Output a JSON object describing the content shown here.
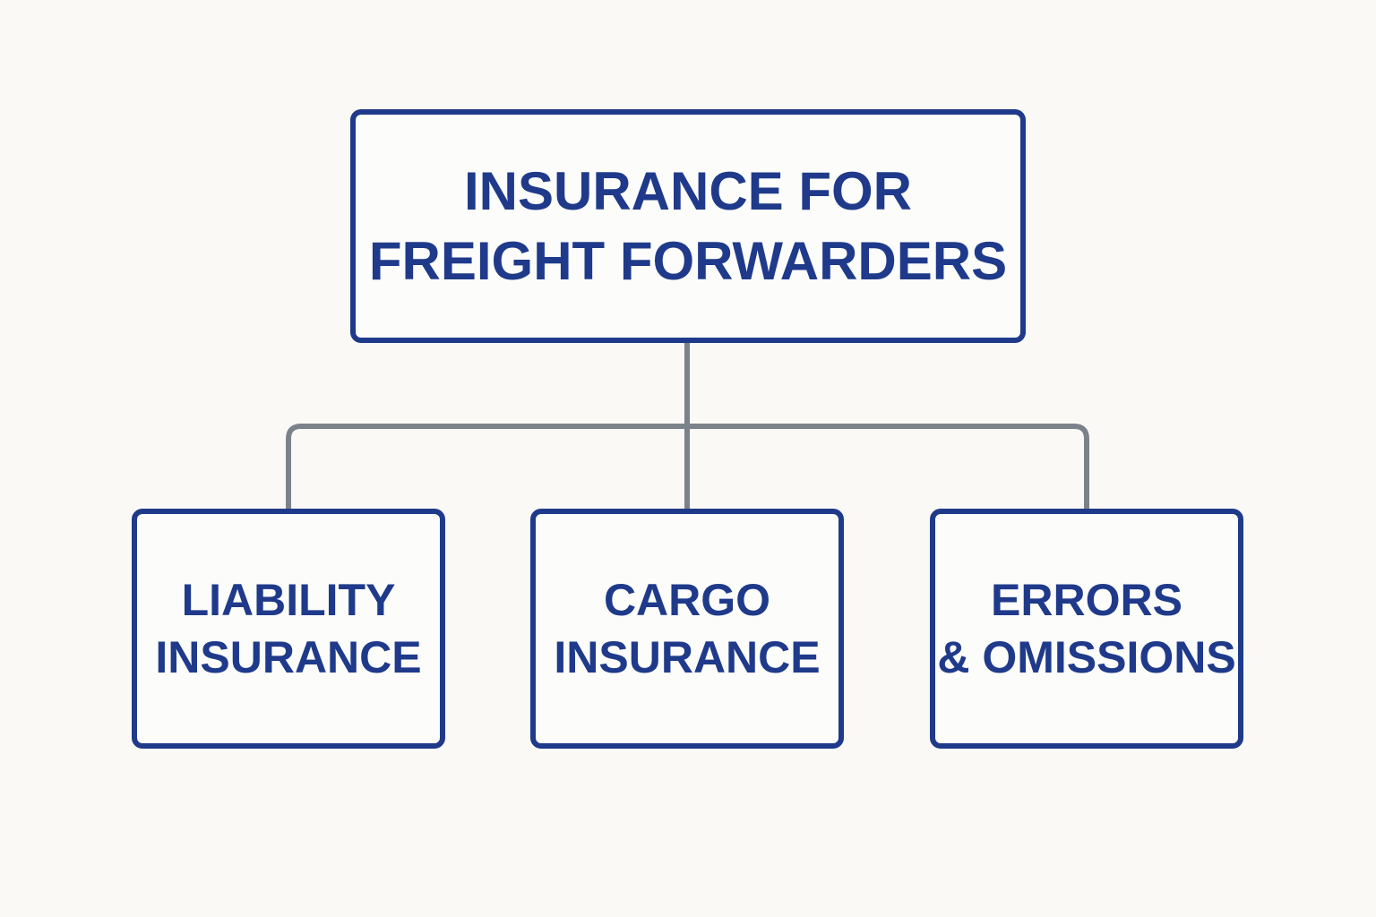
{
  "root": {
    "lines": [
      "INSURANCE FOR",
      "FREIGHT FORWARDERS"
    ]
  },
  "children": [
    {
      "lines": [
        "LIABILITY",
        "INSURANCE"
      ]
    },
    {
      "lines": [
        "CARGO",
        "INSURANCE"
      ]
    },
    {
      "lines": [
        "ERRORS",
        "& OMISSIONS"
      ]
    }
  ],
  "colors": {
    "box_border": "#1f3a8a",
    "text": "#1f3a8a",
    "connector": "#7c8289",
    "background": "#faf9f6"
  }
}
